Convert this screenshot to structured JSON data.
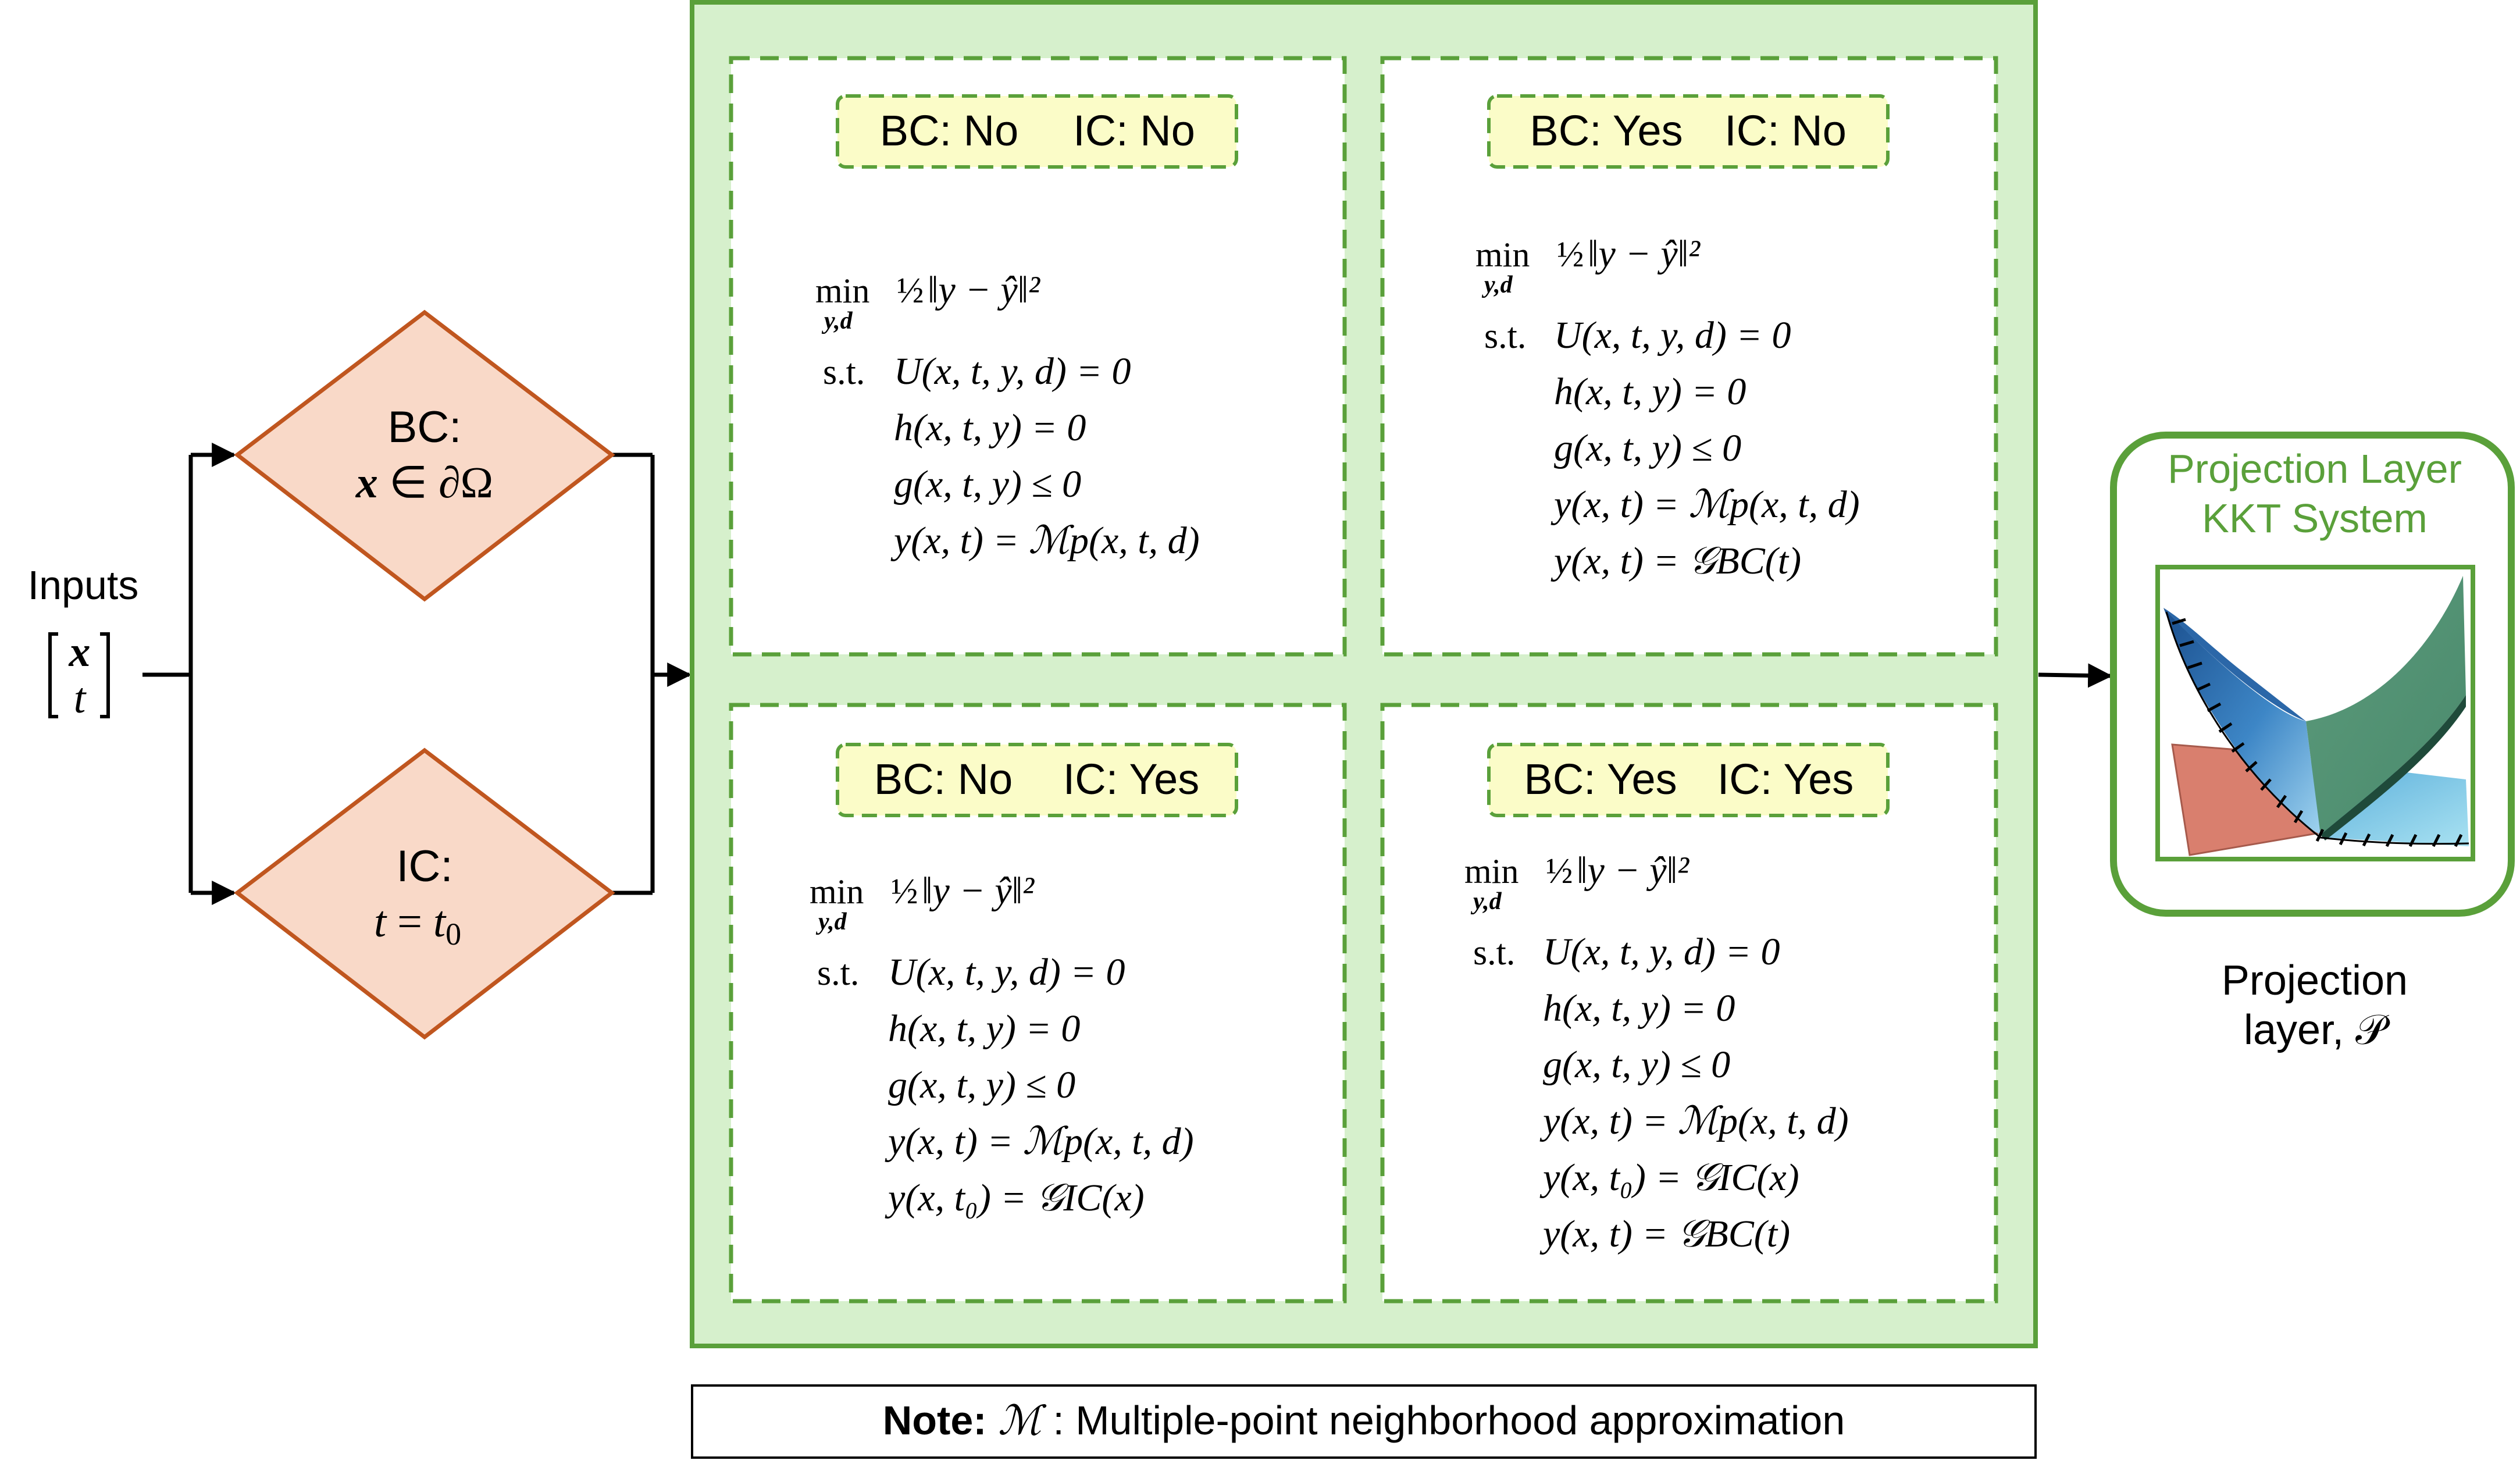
{
  "inputs": {
    "label": "Inputs",
    "vector_top": "x",
    "vector_bottom": "t"
  },
  "decisions": {
    "bc": {
      "title": "BC:",
      "condition_var": "x",
      "condition_rest": " ∈ ∂Ω"
    },
    "ic": {
      "title": "IC:",
      "condition_var": "t",
      "condition_eq": " = ",
      "condition_rhs": "t",
      "condition_sub": "0"
    }
  },
  "cases": [
    {
      "bc_label": "BC: No",
      "ic_label": "IC: No",
      "objective": {
        "min": "min",
        "min_sub": "y,d",
        "frac": "½",
        "expr": "‖y − ŷ‖²"
      },
      "st": "s.t.",
      "constraints": [
        "U(x, t, y, d) = 0",
        "h(x, t, y) = 0",
        "g(x, t, y) ≤ 0",
        "y(x, t) = ℳp(x, t, d)"
      ]
    },
    {
      "bc_label": "BC: Yes",
      "ic_label": "IC: No",
      "objective": {
        "min": "min",
        "min_sub": "y,d",
        "frac": "½",
        "expr": "‖y − ŷ‖²"
      },
      "st": "s.t.",
      "constraints": [
        "U(x, t, y, d) = 0",
        "h(x, t, y) = 0",
        "g(x, t, y) ≤ 0",
        "y(x, t) = ℳp(x, t, d)",
        "y(x, t) = 𝒢BC(t)"
      ]
    },
    {
      "bc_label": "BC: No",
      "ic_label": "IC: Yes",
      "objective": {
        "min": "min",
        "min_sub": "y,d",
        "frac": "½",
        "expr": "‖y − ŷ‖²"
      },
      "st": "s.t.",
      "constraints": [
        "U(x, t, y, d) = 0",
        "h(x, t, y) = 0",
        "g(x, t, y) ≤ 0",
        "y(x, t) = ℳp(x, t, d)",
        "y(x, t₀) = 𝒢IC(x)"
      ]
    },
    {
      "bc_label": "BC: Yes",
      "ic_label": "IC: Yes",
      "objective": {
        "min": "min",
        "min_sub": "y,d",
        "frac": "½",
        "expr": "‖y − ŷ‖²"
      },
      "st": "s.t.",
      "constraints": [
        "U(x, t, y, d) = 0",
        "h(x, t, y) = 0",
        "g(x, t, y) ≤ 0",
        "y(x, t) = ℳp(x, t, d)",
        "y(x, t₀) = 𝒢IC(x)",
        "y(x, t) = 𝒢BC(t)"
      ]
    }
  ],
  "projection": {
    "title_line1": "Projection Layer",
    "title_line2": "KKT System",
    "caption_line1": "Projection",
    "caption_line2": "layer, 𝒫"
  },
  "note": {
    "label": "Note:",
    "symbol": "ℳ",
    "text": " : Multiple-point neighborhood approximation"
  },
  "colors": {
    "green": "#5aa03a",
    "light_green": "#d6f0cc",
    "label_fill": "#fbfcc8",
    "diamond_fill": "#f9d9c8",
    "diamond_stroke": "#c0561f"
  }
}
